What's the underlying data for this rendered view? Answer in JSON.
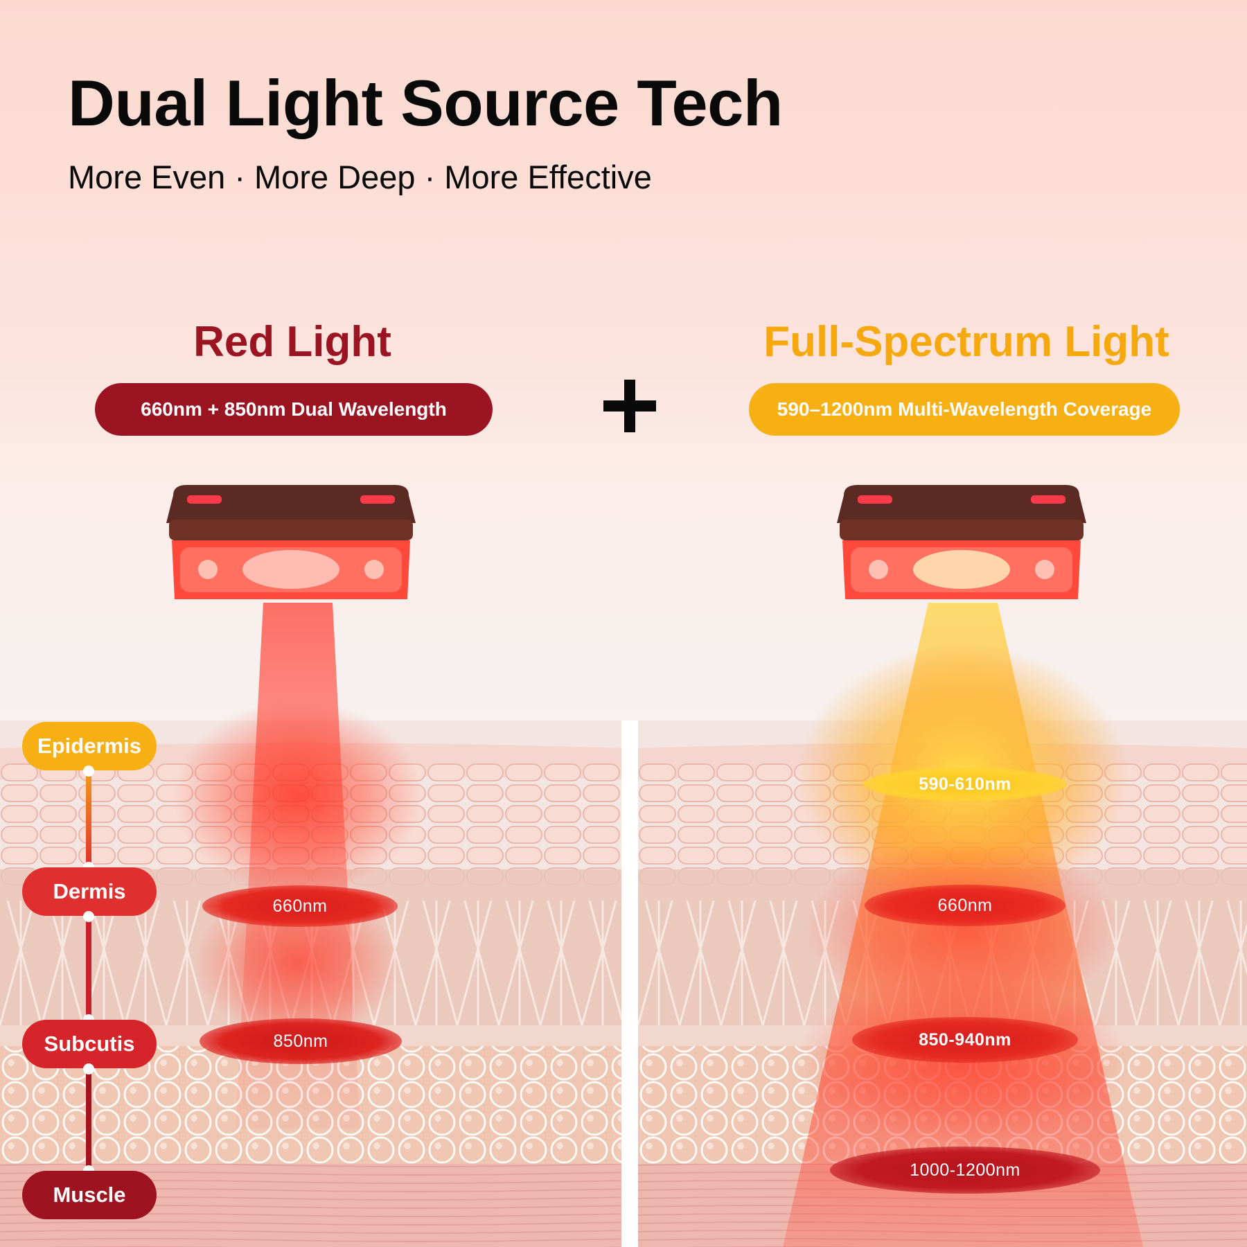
{
  "header": {
    "title": "Dual Light Source Tech",
    "subtitle": "More Even · More Deep · More Effective"
  },
  "red": {
    "title": "Red Light",
    "badge": "660nm + 850nm Dual Wavelength",
    "markers": [
      "660nm",
      "850nm"
    ],
    "color": "#9b1422"
  },
  "full": {
    "title": "Full-Spectrum Light",
    "badge": "590–1200nm Multi-Wavelength Coverage",
    "markers": [
      "590-610nm",
      "660nm",
      "850-940nm",
      "1000-1200nm"
    ],
    "color": "#f6b014"
  },
  "layers": [
    "Epidermis",
    "Dermis",
    "Subcutis",
    "Muscle"
  ],
  "colors": {
    "epidermis": "#f6b014",
    "dermis": "#e02f2f",
    "subcutis": "#d5252b",
    "muscle": "#9d1320"
  },
  "icons": {
    "plus": "plus-icon",
    "device": "light-therapy-device"
  }
}
